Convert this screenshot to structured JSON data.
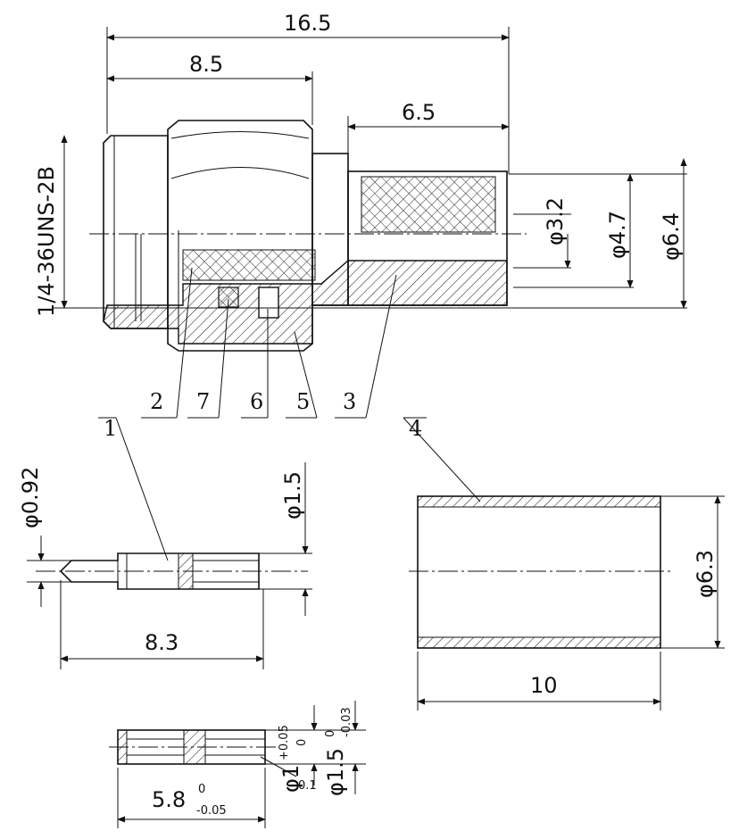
{
  "dimensions": {
    "top_overall_length": "16.5",
    "top_body_length": "8.5",
    "top_crimp_length": "6.5",
    "diameter_3_2": "φ3.2",
    "diameter_4_7": "φ4.7",
    "diameter_6_4": "φ6.4",
    "thread_spec": "1/4-36UNS-2B",
    "pin_tip_diameter": "φ0.92",
    "pin_diameter": "φ1.5",
    "pin_length": "8.3",
    "ferrule_diameter": "φ6.3",
    "ferrule_length": "10",
    "detail_length": "5.8",
    "detail_length_tol_upper": "0",
    "detail_length_tol_lower": "-0.05",
    "detail_bore_diameter": "φ1",
    "detail_bore_tol_upper": "+0.05",
    "detail_bore_tol_lower": "0",
    "detail_bore_tol_extra": "0.1",
    "detail_outer_diameter": "φ1.5",
    "detail_outer_tol_upper": "0",
    "detail_outer_tol_lower": "-0.03"
  },
  "part_labels": {
    "p1": "1",
    "p2": "2",
    "p3": "3",
    "p4": "4",
    "p5": "5",
    "p6": "6",
    "p7": "7"
  }
}
